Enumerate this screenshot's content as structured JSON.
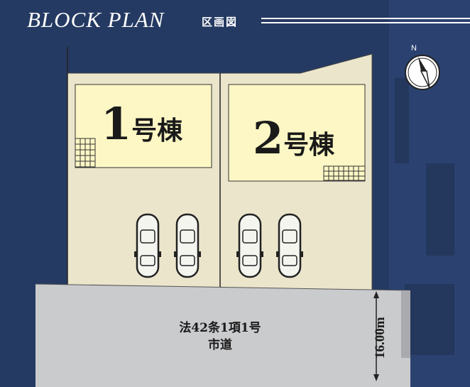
{
  "header": {
    "title": "BLOCK  PLAN",
    "subtitle": "区画図"
  },
  "buildings": [
    {
      "number": "1",
      "suffix": "号棟"
    },
    {
      "number": "2",
      "suffix": "号棟"
    }
  ],
  "road": {
    "line1": "法42条1項1号",
    "line2": "市道",
    "width": "16.00m"
  },
  "compass": {
    "label": "N"
  },
  "colors": {
    "background": "#253a62",
    "lot": "#ebe5cc",
    "building": "#fcf7c4",
    "road": "#cacbcd"
  }
}
